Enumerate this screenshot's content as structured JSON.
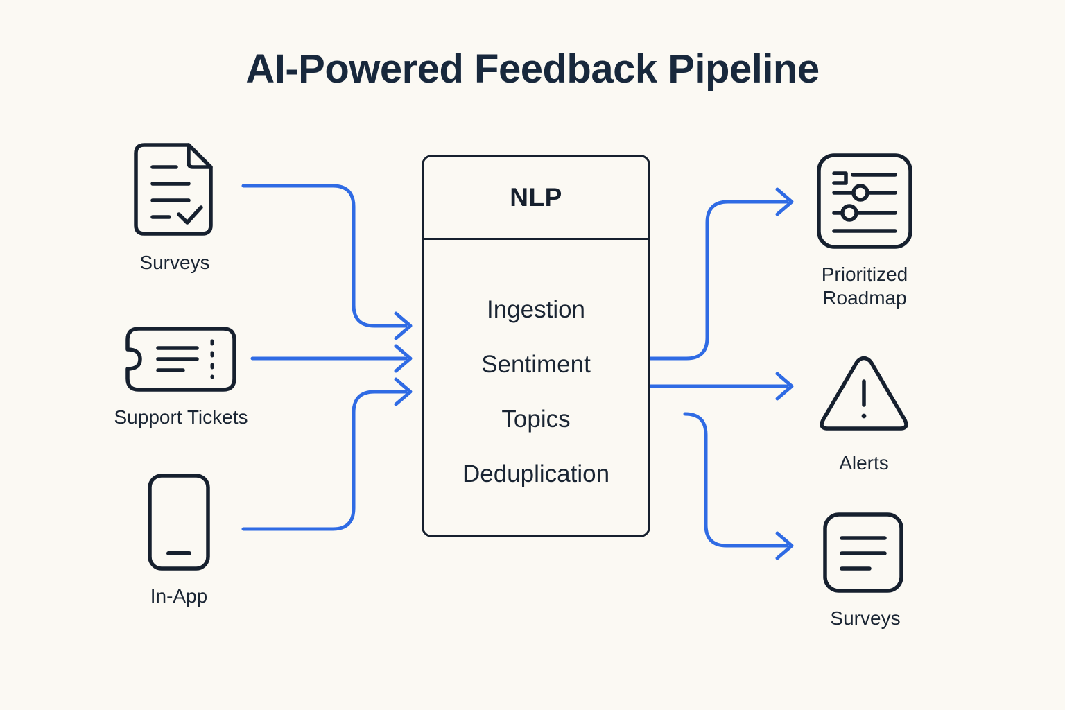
{
  "title": "AI-Powered Feedback Pipeline",
  "colors": {
    "background": "#FBF9F3",
    "ink": "#16202E",
    "text": "#1A2533",
    "connector": "#2F6BE4"
  },
  "pipeline": {
    "header": "NLP",
    "stages": [
      "Ingestion",
      "Sentiment",
      "Topics",
      "Deduplication"
    ]
  },
  "inputs": [
    {
      "label": "Surveys",
      "icon": "document-check-icon"
    },
    {
      "label": "Support Tickets",
      "icon": "ticket-icon"
    },
    {
      "label": "In-App",
      "icon": "mobile-phone-icon"
    }
  ],
  "outputs": [
    {
      "label": "Prioritized\nRoadmap",
      "icon": "sliders-icon"
    },
    {
      "label": "Alerts",
      "icon": "warning-triangle-icon"
    },
    {
      "label": "Surveys",
      "icon": "lines-card-icon"
    }
  ],
  "connectors": {
    "input_arrows": [
      {
        "from": "Surveys",
        "to": "pipeline"
      },
      {
        "from": "Support Tickets",
        "to": "pipeline"
      },
      {
        "from": "In-App",
        "to": "pipeline"
      }
    ],
    "output_arrows": [
      {
        "from": "pipeline",
        "to": "Prioritized Roadmap"
      },
      {
        "from": "pipeline",
        "to": "Alerts"
      },
      {
        "from": "pipeline",
        "to": "Surveys"
      }
    ]
  }
}
